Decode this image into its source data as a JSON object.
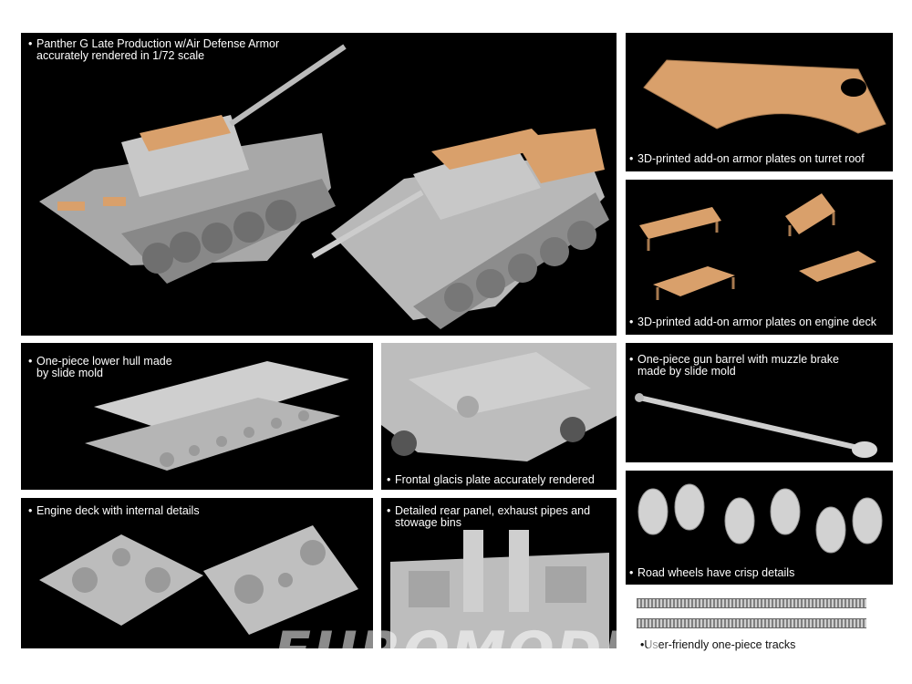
{
  "captions": {
    "main": [
      "Panther G Late Production w/Air Defense Armor",
      "accurately rendered in 1/72 scale"
    ],
    "turret_roof": [
      "3D-printed add-on armor plates on turret roof"
    ],
    "engine_deck_plates": [
      "3D-printed add-on armor plates on engine deck"
    ],
    "lower_hull": [
      "One-piece lower hull made",
      "by slide mold"
    ],
    "glacis": [
      "Frontal glacis plate accurately rendered"
    ],
    "gun_barrel": [
      "One-piece gun barrel with muzzle brake",
      "made by slide mold"
    ],
    "engine_deck": [
      "Engine deck with internal details"
    ],
    "rear_panel": [
      "Detailed rear panel, exhaust pipes and",
      "stowage bins"
    ],
    "road_wheels": [
      "Road wheels have crisp details"
    ],
    "tracks": [
      "User-friendly one-piece tracks"
    ]
  },
  "bullet": "•",
  "watermark": "EUROMODEL",
  "colors": {
    "panel": "#000000",
    "armor": "#d9a06b",
    "model_grey": "#bdbdbd"
  }
}
